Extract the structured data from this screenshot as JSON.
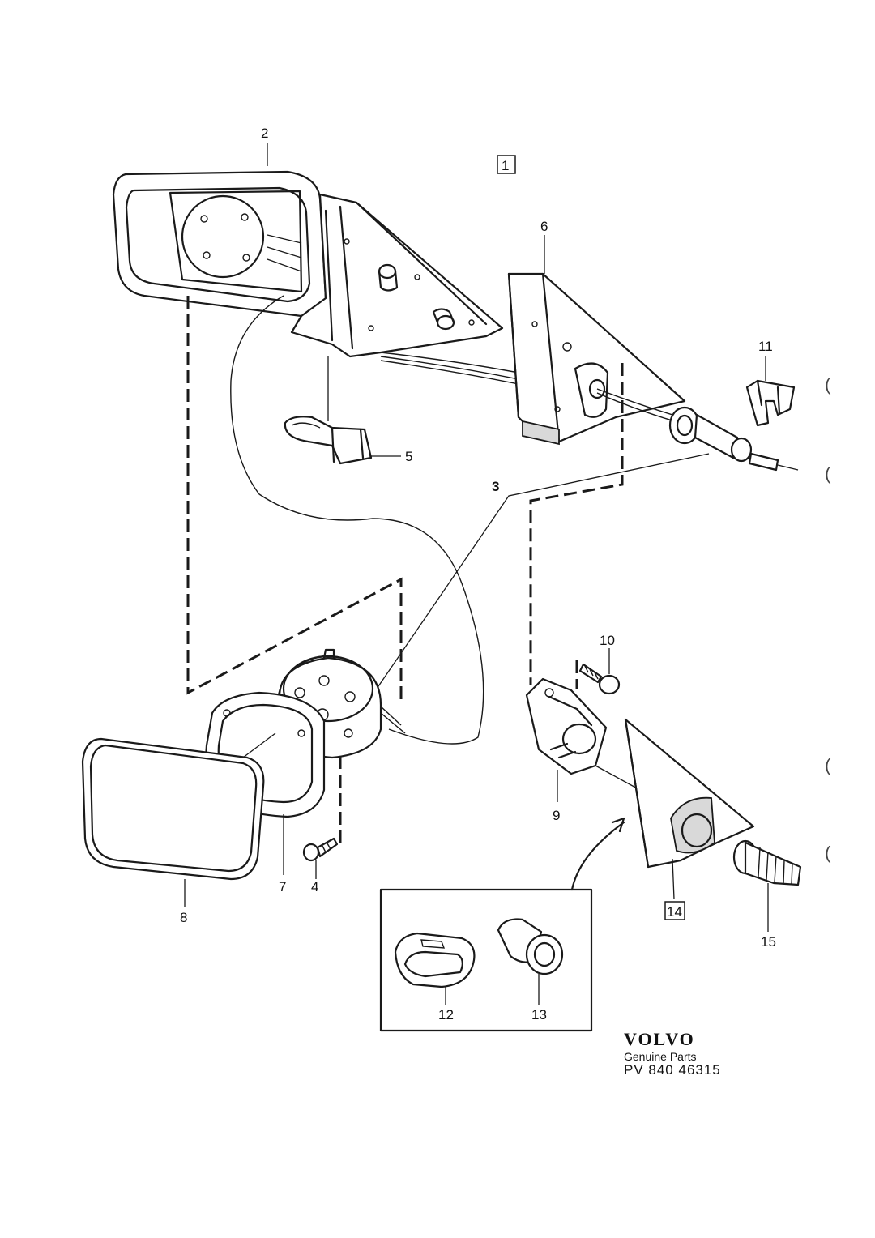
{
  "callouts": {
    "p1": "1",
    "p2": "2",
    "p3": "3",
    "p4": "4",
    "p5": "5",
    "p6": "6",
    "p7": "7",
    "p8": "8",
    "p9": "9",
    "p10": "10",
    "p11": "11",
    "p12": "12",
    "p13": "13",
    "p14": "14",
    "p15": "15"
  },
  "brand": {
    "logo": "VOLVO",
    "subtitle": "Genuine Parts",
    "code": "PV 840 46315"
  },
  "margin_marks": [
    "(",
    "(",
    "(",
    "("
  ]
}
